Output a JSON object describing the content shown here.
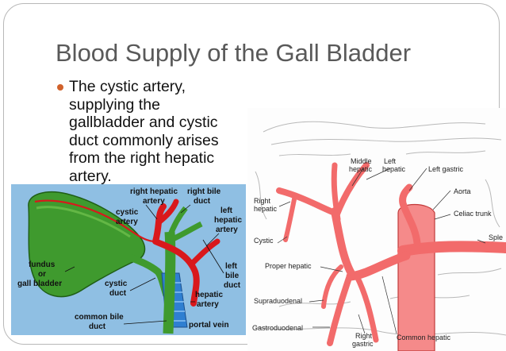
{
  "slide": {
    "title": "Blood Supply of the Gall Bladder",
    "bullet_lines": [
      "The cystic artery,",
      "supplying the",
      "gallbladder and cystic",
      "duct commonly arises",
      "from the right hepatic",
      "artery."
    ]
  },
  "left_diagram": {
    "labels": {
      "right_hepatic_artery_1": "right hepatic",
      "right_hepatic_artery_2": "artery",
      "right_bile_duct_1": "right bile",
      "right_bile_duct_2": "duct",
      "cystic_artery_1": "cystic",
      "cystic_artery_2": "artery",
      "left_hepatic_artery_1": "left",
      "left_hepatic_artery_2": "hepatic",
      "left_hepatic_artery_3": "artery",
      "fundus_1": "fundus",
      "fundus_2": "or",
      "fundus_3": "gall bladder",
      "left_bile_duct_1": "left",
      "left_bile_duct_2": "bile",
      "left_bile_duct_3": "duct",
      "cystic_duct_1": "cystic",
      "cystic_duct_2": "duct",
      "hepatic_artery_1": "hepatic",
      "hepatic_artery_2": "artery",
      "common_bile_duct_1": "common bile",
      "common_bile_duct_2": "duct",
      "portal_vein": "portal vein"
    },
    "colors": {
      "gallbladder": "#3f9a2e",
      "artery": "#d9181c",
      "vein": "#2f7fd1",
      "background": "#8fbfe3"
    }
  },
  "right_diagram": {
    "labels": {
      "middle_hepatic_1": "Middle",
      "middle_hepatic_2": "hepatic",
      "left_hepatic_1": "Left",
      "left_hepatic_2": "hepatic",
      "left_gastric": "Left gastric",
      "right_hepatic_1": "Right",
      "right_hepatic_2": "hepatic",
      "aorta": "Aorta",
      "celiac_trunk": "Celiac trunk",
      "cystic": "Cystic",
      "splenic": "Sple",
      "proper_hepatic": "Proper hepatic",
      "supraduodenal": "Supraduodenal",
      "gastroduodenal": "Gastroduodenal",
      "right_gastric_1": "Right",
      "right_gastric_2": "gastric",
      "common_hepatic": "Common hepatic"
    },
    "colors": {
      "vessel": "#f26b6b",
      "vessel_stroke": "#c23a3a",
      "aorta": "#f58a8a",
      "sketch": "#b9b9b9"
    }
  }
}
